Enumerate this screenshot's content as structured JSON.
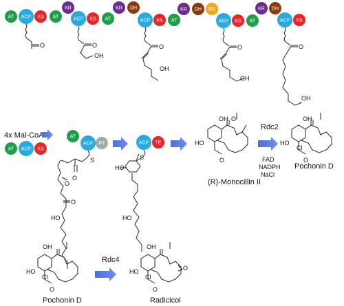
{
  "domains": {
    "colors": {
      "AT": "#1f9e4a",
      "ACP": "#29a9e0",
      "KS": "#e8262a",
      "KR": "#6a2d8f",
      "DH": "#8a3a12",
      "ER": "#f2a51c",
      "PT": "#a8a8a8",
      "TE": "#e8262a"
    },
    "labels": {
      "AT": "AT",
      "ACP": "ACP",
      "KS": "KS",
      "KR": "KR",
      "DH": "DH",
      "ER": "ER",
      "PT": "PT",
      "TE": "TE"
    }
  },
  "labels": {
    "malonyl": "4x Mal-CoA",
    "monocillin": "(R)-Monocillin II",
    "rdc2": "Rdc2",
    "cofactor1": "FAD",
    "cofactor2": "NADPH",
    "cofactor3": "NaCl",
    "pochonin_top": "Pochonin D",
    "pochonin_bottom": "Pochonin D",
    "rdc4": "Rdc4",
    "radicicol": "Radicicol"
  },
  "atoms": {
    "O": "O",
    "OH": "OH",
    "HO": "HO",
    "Cl": "Cl",
    "S": "S"
  }
}
